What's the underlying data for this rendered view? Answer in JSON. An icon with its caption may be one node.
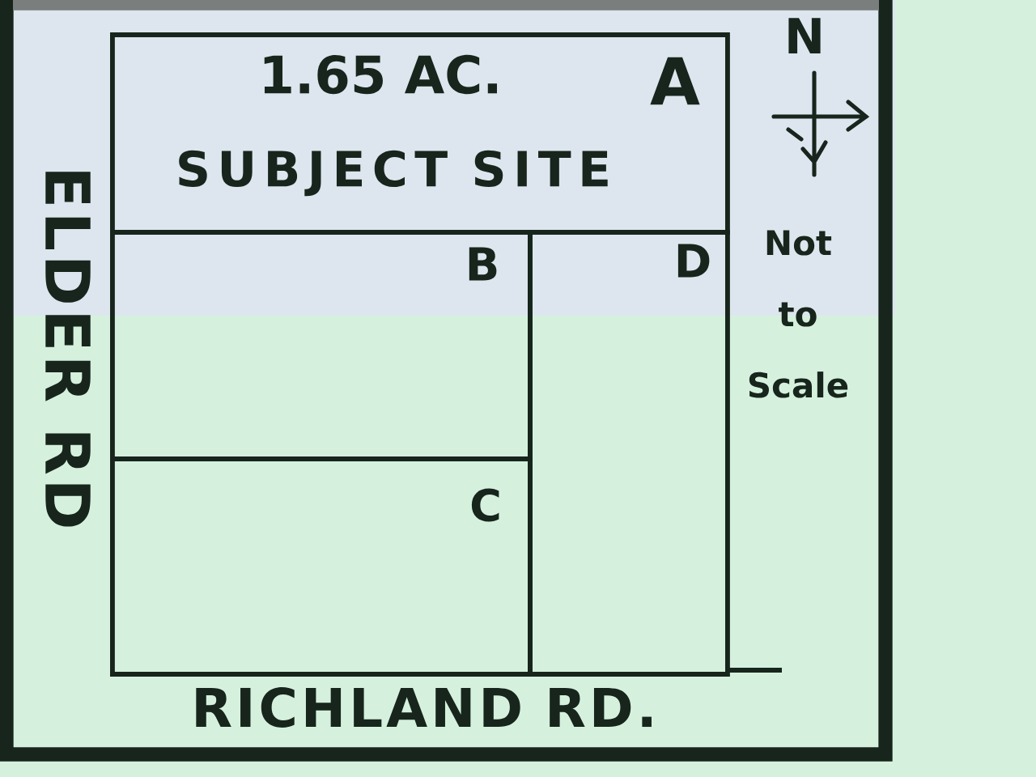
{
  "diagram": {
    "nodes": [
      {
        "text": [
          "1.65 AC.",
          "SUBJECT SITE",
          "A"
        ]
      },
      {
        "text": [
          "B"
        ]
      },
      {
        "text": [
          "C"
        ]
      },
      {
        "text": [
          "D"
        ]
      }
    ],
    "labels": [
      "N",
      "ELDER RD",
      "Not to Scale",
      "RICHLAND RD."
    ]
  }
}
